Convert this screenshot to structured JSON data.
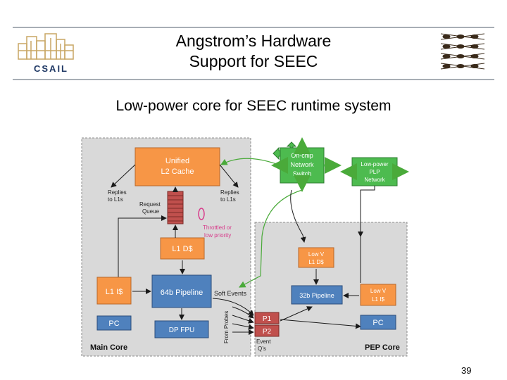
{
  "slide": {
    "title_line1": "Angstrom’s Hardware",
    "title_line2": "Support for SEEC",
    "subtitle": "Low-power core for SEEC runtime system",
    "page_number": "39",
    "logo_text": "CSAIL"
  },
  "diagram": {
    "colors": {
      "orange": "#f79646",
      "blue": "#4f81bd",
      "red": "#c0504d",
      "green": "#4dbb4f",
      "panel": "#d9d9d9",
      "arrow_green": "#4aaa3a"
    },
    "main_core_label": "Main Core",
    "pep_core_label": "PEP Core",
    "l2_line1": "Unified",
    "l2_line2": "L2 Cache",
    "replies_left_1": "Replies",
    "replies_left_2": "to L1s",
    "replies_right_1": "Replies",
    "replies_right_2": "to L1s",
    "request_1": "Request",
    "request_2": "Queue",
    "throttle_1": "Throttled or",
    "throttle_2": "low priority",
    "l1d": "L1 D$",
    "l1i": "L1 I$",
    "pipeline64": "64b Pipeline",
    "pc_main": "PC",
    "dpfpu": "DP FPU",
    "soft_events": "Soft Events",
    "from_probes": "From Probes",
    "p1": "P1",
    "p2": "P2",
    "event_1": "Event",
    "event_2": "Q’s",
    "switch_1": "On-chip",
    "switch_2": "Network",
    "switch_3": "Switch",
    "plp_1": "Low-power",
    "plp_2": "PLP",
    "plp_3": "Network",
    "lowv_l1d_1": "Low V",
    "lowv_l1d_2": "L1 D$",
    "pipeline32": "32b Pipeline",
    "lowv_l1i_1": "Low V",
    "lowv_l1i_2": "L1 I$",
    "pc_pep": "PC"
  }
}
